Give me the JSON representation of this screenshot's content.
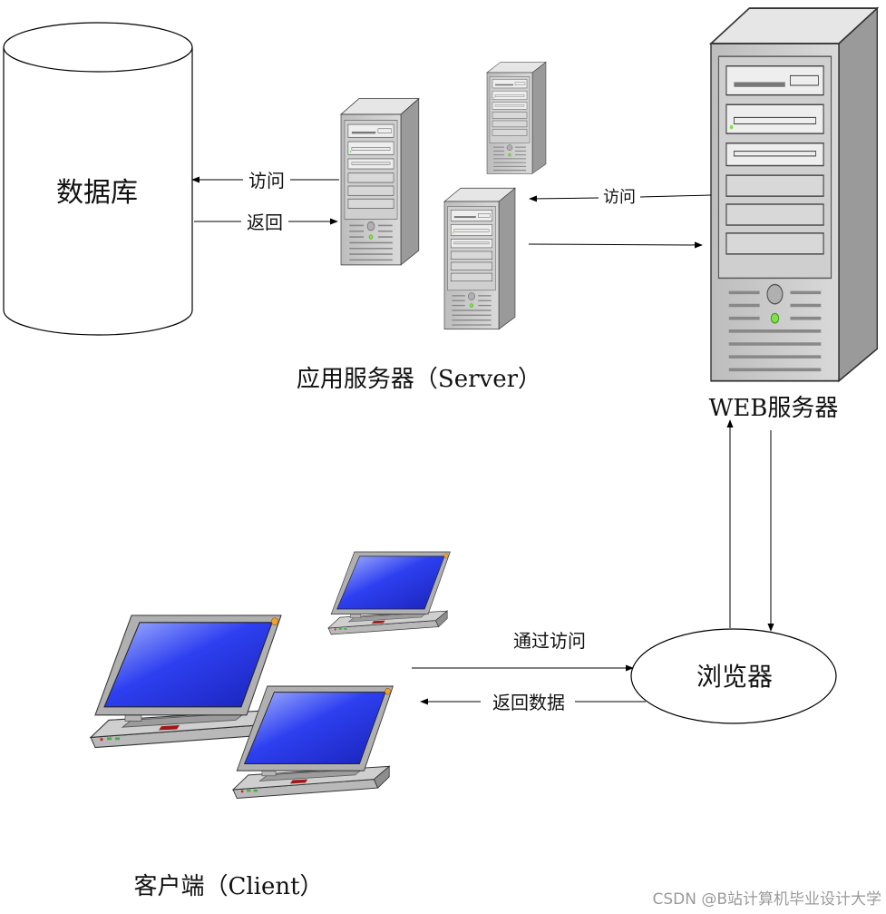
{
  "labels": {
    "database": "数据库",
    "app_server": "应用服务器（Server）",
    "web_server": "WEB服务器",
    "browser": "浏览器",
    "client": "客户端（Client）"
  },
  "arrows": {
    "db_visit": "访问",
    "db_return": "返回",
    "web_visit": "访问",
    "browser_visit": "通过访问",
    "browser_return": "返回数据"
  },
  "watermark": "CSDN @B站计算机毕业设计大学",
  "colors": {
    "screen": "#2d3ff0",
    "chassis": "#c9c9c9",
    "indicator": "#7fe04a",
    "power_led": "#f0a030"
  }
}
